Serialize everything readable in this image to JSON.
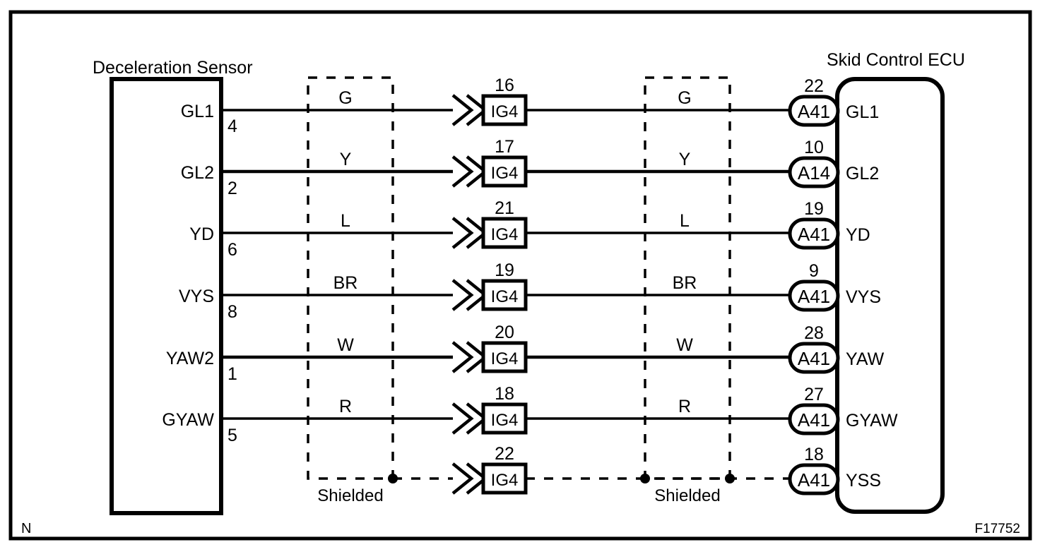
{
  "figure": {
    "corner_label": "N",
    "figure_code": "F17752",
    "border_color": "#000000",
    "background_color": "#ffffff"
  },
  "left_component": {
    "title": "Deceleration Sensor",
    "terminals": [
      {
        "label": "GL1",
        "pin": "4"
      },
      {
        "label": "GL2",
        "pin": "2"
      },
      {
        "label": "YD",
        "pin": "6"
      },
      {
        "label": "VYS",
        "pin": "8"
      },
      {
        "label": "YAW2",
        "pin": "1"
      },
      {
        "label": "GYAW",
        "pin": "5"
      }
    ]
  },
  "right_component": {
    "title": "Skid Control ECU",
    "terminals": [
      {
        "pin": "22",
        "connector": "A41",
        "label": "GL1"
      },
      {
        "pin": "10",
        "connector": "A14",
        "label": "GL2"
      },
      {
        "pin": "19",
        "connector": "A41",
        "label": "YD"
      },
      {
        "pin": "9",
        "connector": "A41",
        "label": "VYS"
      },
      {
        "pin": "28",
        "connector": "A41",
        "label": "YAW"
      },
      {
        "pin": "27",
        "connector": "A41",
        "label": "GYAW"
      },
      {
        "pin": "18",
        "connector": "A41",
        "label": "YSS"
      }
    ]
  },
  "wires": [
    {
      "left_color": "G",
      "junction": "IG4",
      "junction_pin": "16",
      "right_color": "G"
    },
    {
      "left_color": "Y",
      "junction": "IG4",
      "junction_pin": "17",
      "right_color": "Y"
    },
    {
      "left_color": "L",
      "junction": "IG4",
      "junction_pin": "21",
      "right_color": "L"
    },
    {
      "left_color": "BR",
      "junction": "IG4",
      "junction_pin": "19",
      "right_color": "BR"
    },
    {
      "left_color": "W",
      "junction": "IG4",
      "junction_pin": "20",
      "right_color": "W"
    },
    {
      "left_color": "R",
      "junction": "IG4",
      "junction_pin": "18",
      "right_color": "R"
    },
    {
      "left_color": "",
      "junction": "IG4",
      "junction_pin": "22",
      "right_color": ""
    }
  ],
  "shield_groups": [
    {
      "label": "Shielded"
    },
    {
      "label": "Shielded"
    }
  ]
}
